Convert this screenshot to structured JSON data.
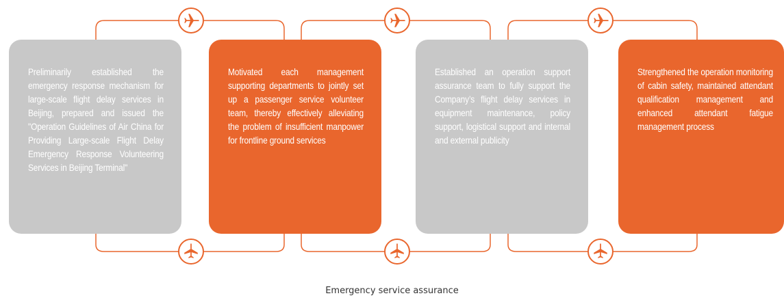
{
  "caption": "Emergency service assurance",
  "colors": {
    "accent": "#e9662d",
    "gray": "#c8c8c8",
    "text_on_card": "#ffffff"
  },
  "icon": "airplane-icon",
  "cards": [
    {
      "color": "gray",
      "text": "Preliminarily established the emergency response mechanism for large-scale flight delay services in Beijing, prepared and issued the \"Operation Guidelines of Air China for Providing Large-scale Flight Delay Emergency Response Volunteering Services in Beijing Terminal\""
    },
    {
      "color": "orange",
      "text": "Motivated each management supporting departments to jointly set up a passenger service volunteer team, thereby effectively alleviating the problem of insufficient manpower for frontline ground services"
    },
    {
      "color": "gray",
      "text": "Established an operation support assurance team to fully support the Company’s flight delay services in equipment maintenance, policy support, logistical support and internal and external publicity"
    },
    {
      "color": "orange",
      "text": "Strengthened the operation monitoring of cabin safety, maintained attendant qualification management and enhanced attendant fatigue management process"
    }
  ]
}
